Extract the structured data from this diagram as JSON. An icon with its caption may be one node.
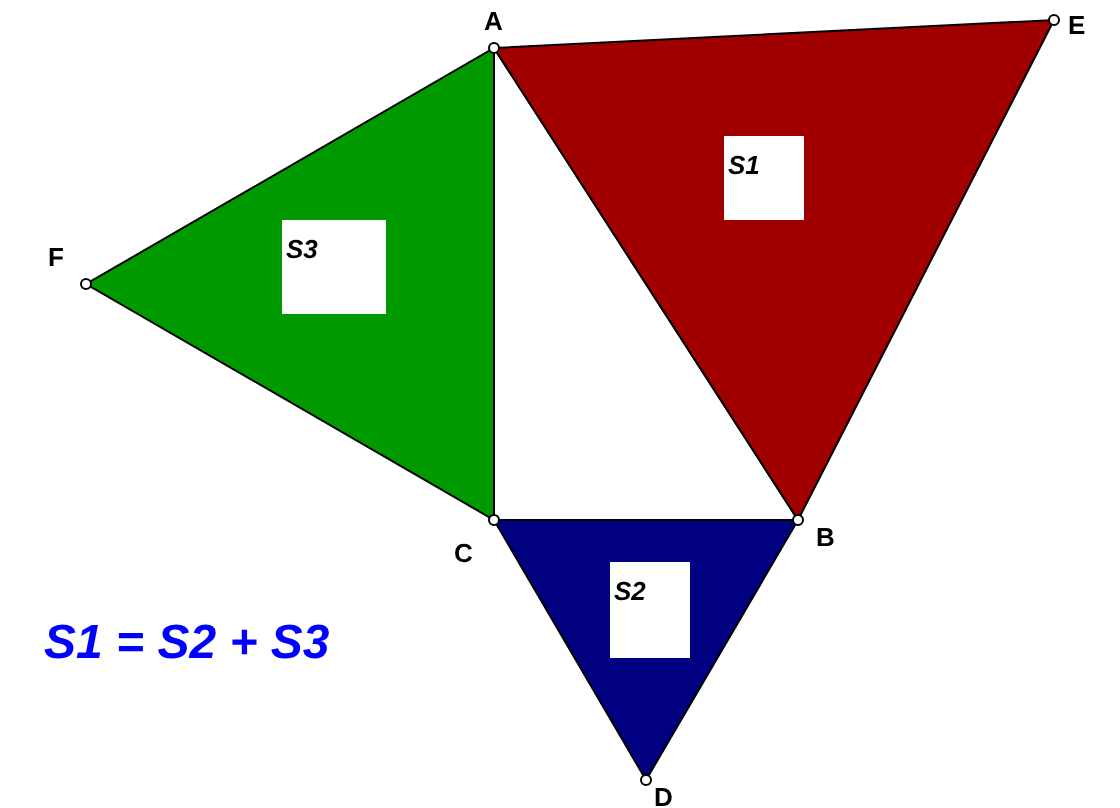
{
  "diagram": {
    "nodes": [
      {
        "text": [
          "S1"
        ]
      },
      {
        "text": [
          "S3"
        ]
      },
      {
        "text": [
          "S2"
        ]
      }
    ],
    "labels": [
      "A",
      "E",
      "F",
      "C",
      "B",
      "D",
      "S1 = S2 + S3"
    ]
  }
}
